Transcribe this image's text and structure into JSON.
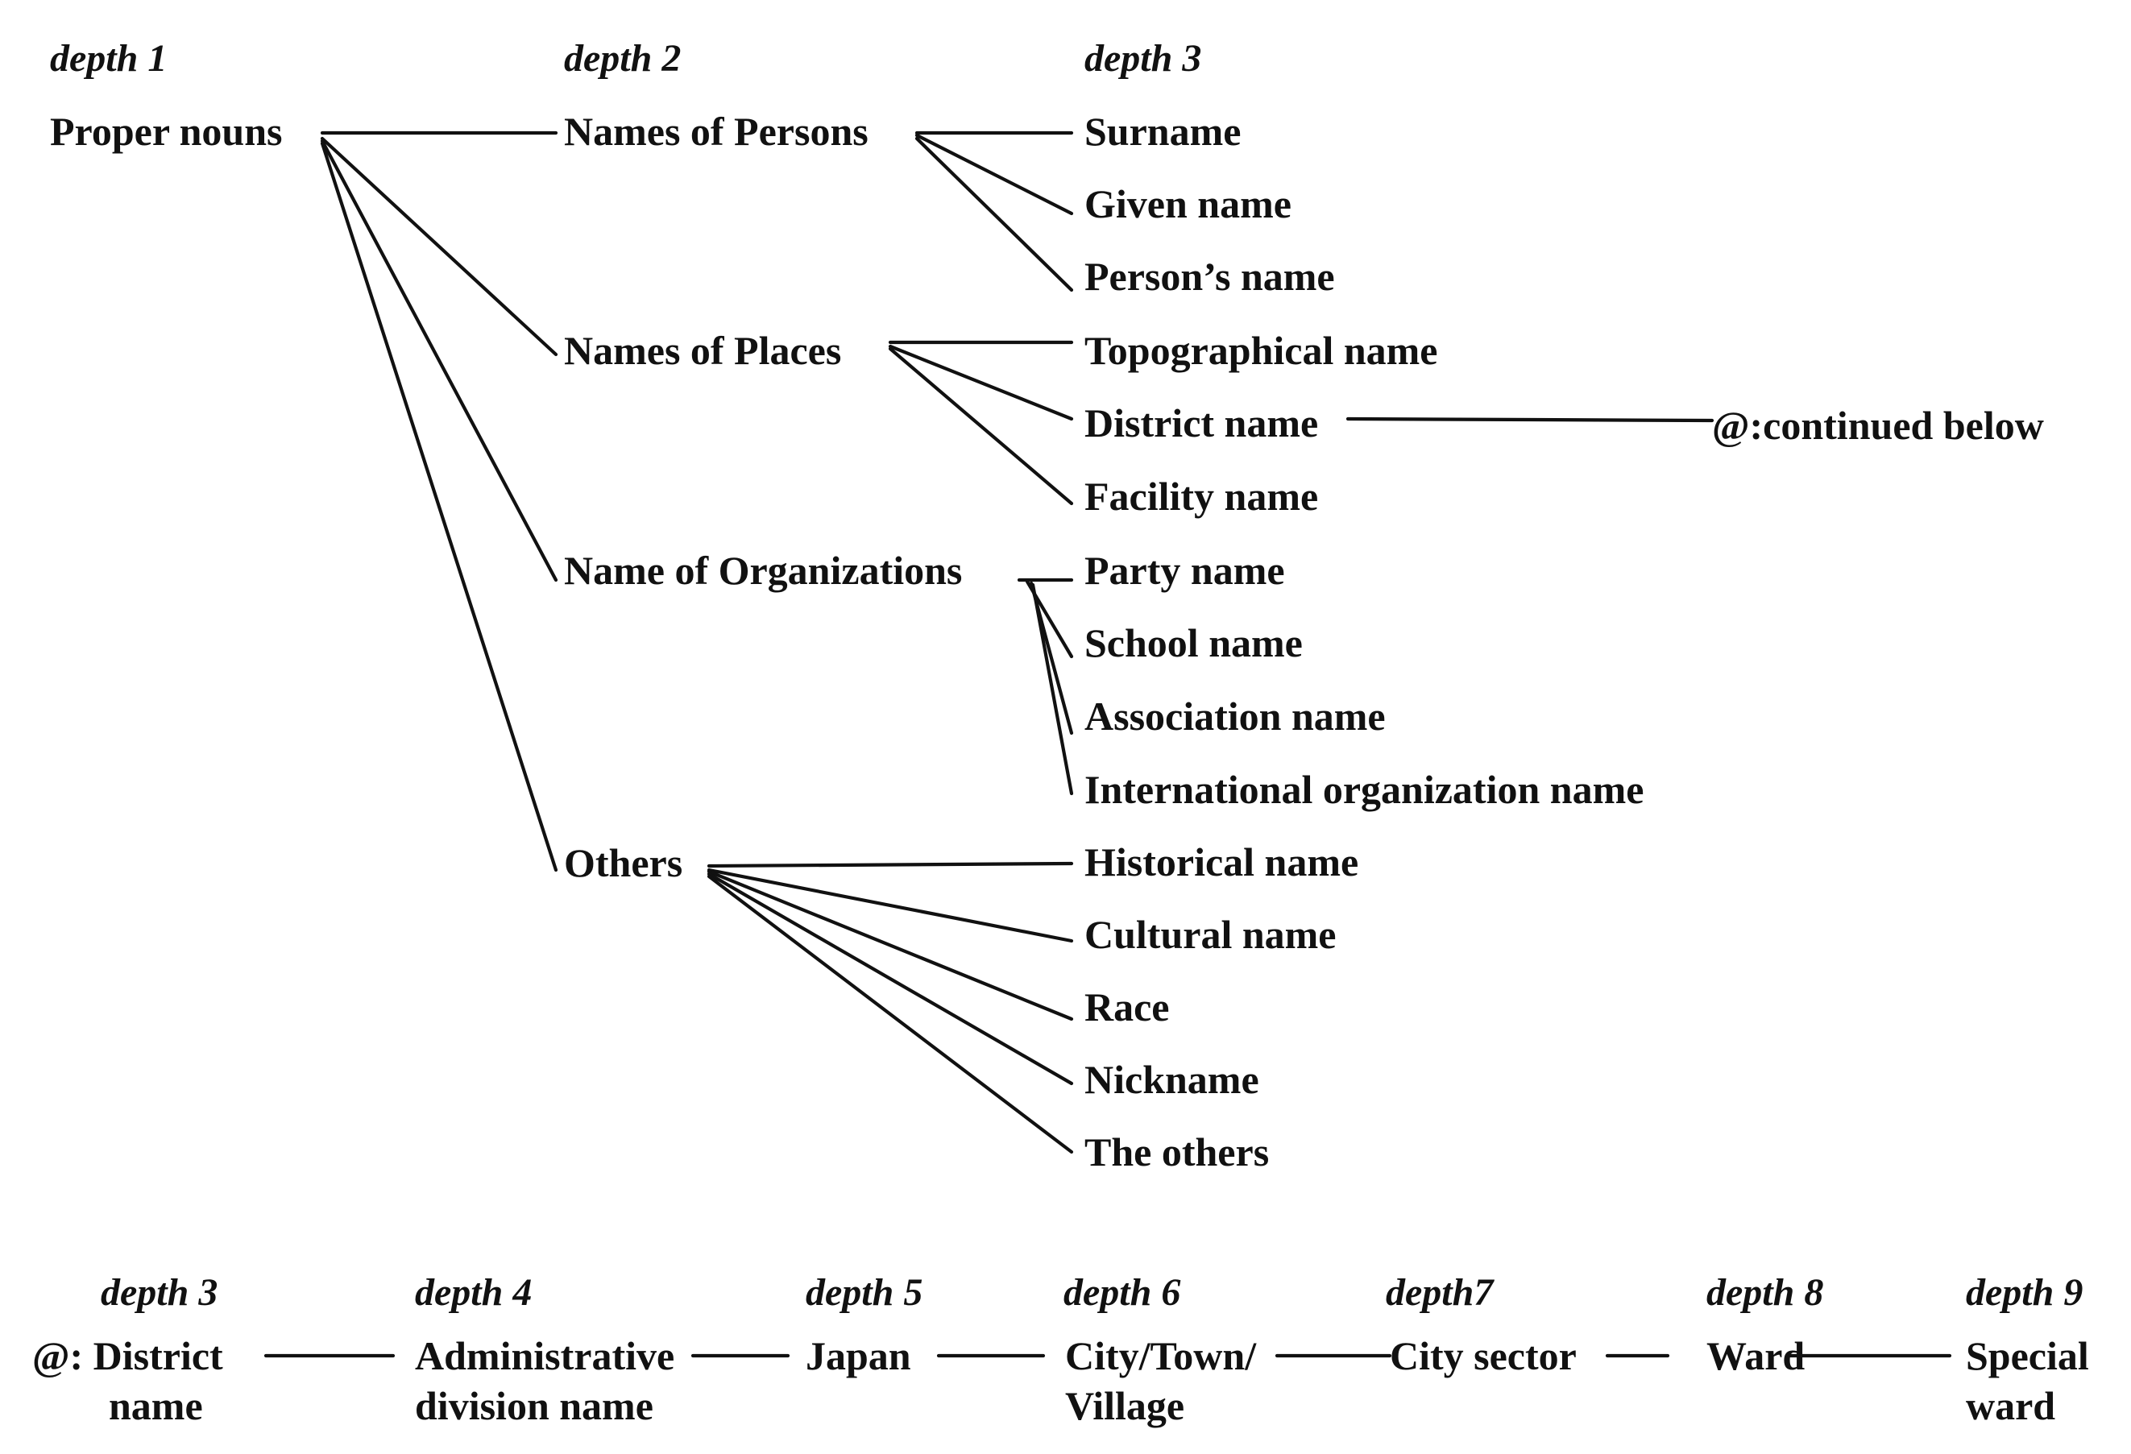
{
  "top_tree": {
    "headers": {
      "d1": "depth 1",
      "d2": "depth 2",
      "d3": "depth 3"
    },
    "root": "Proper nouns",
    "groups": [
      {
        "label": "Names of Persons",
        "children": [
          "Surname",
          "Given name",
          "Person’s name"
        ]
      },
      {
        "label": "Names of Places",
        "children": [
          "Topographical name",
          "District name",
          "Facility name"
        ]
      },
      {
        "label": "Name of Organizations",
        "children": [
          "Party name",
          "School name",
          "Association name",
          "International organization name"
        ]
      },
      {
        "label": "Others",
        "children": [
          "Historical name",
          "Cultural name",
          "Race",
          "Nickname",
          "The others"
        ]
      }
    ],
    "continuation_note": "@:continued below"
  },
  "bottom_chain": {
    "headers": [
      "depth 3",
      "depth 4",
      "depth 5",
      "depth 6",
      "depth7",
      "depth 8",
      "depth 9"
    ],
    "nodes": [
      {
        "line1": "@: District",
        "line2": "name"
      },
      {
        "line1": "Administrative",
        "line2": "division name"
      },
      {
        "line1": "Japan",
        "line2": ""
      },
      {
        "line1": "City/Town/",
        "line2": "Village"
      },
      {
        "line1": "City sector",
        "line2": ""
      },
      {
        "line1": "Ward",
        "line2": ""
      },
      {
        "line1": "Special",
        "line2": "ward"
      }
    ]
  }
}
